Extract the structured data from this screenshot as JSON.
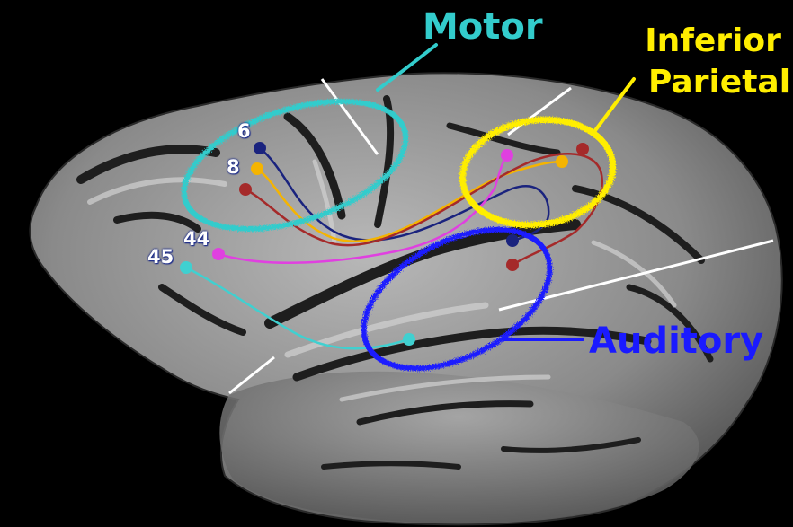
{
  "labels": {
    "motor": "Motor",
    "inferior_parietal_line1": "Inferior",
    "inferior_parietal_line2": "Parietal",
    "auditory": "Auditory"
  },
  "areas": {
    "a6": "6",
    "a8": "8",
    "a44": "44",
    "a45": "45"
  },
  "colors": {
    "motor": "#33cccc",
    "inferior_parietal": "#ffee00",
    "auditory": "#1a1aff",
    "area6_tract": "#1a237e",
    "area8_tract": "#f5b400",
    "area8_dark_tract": "#a52a2a",
    "area44_tract": "#e040e0",
    "area45_tract": "#40d0d0"
  }
}
